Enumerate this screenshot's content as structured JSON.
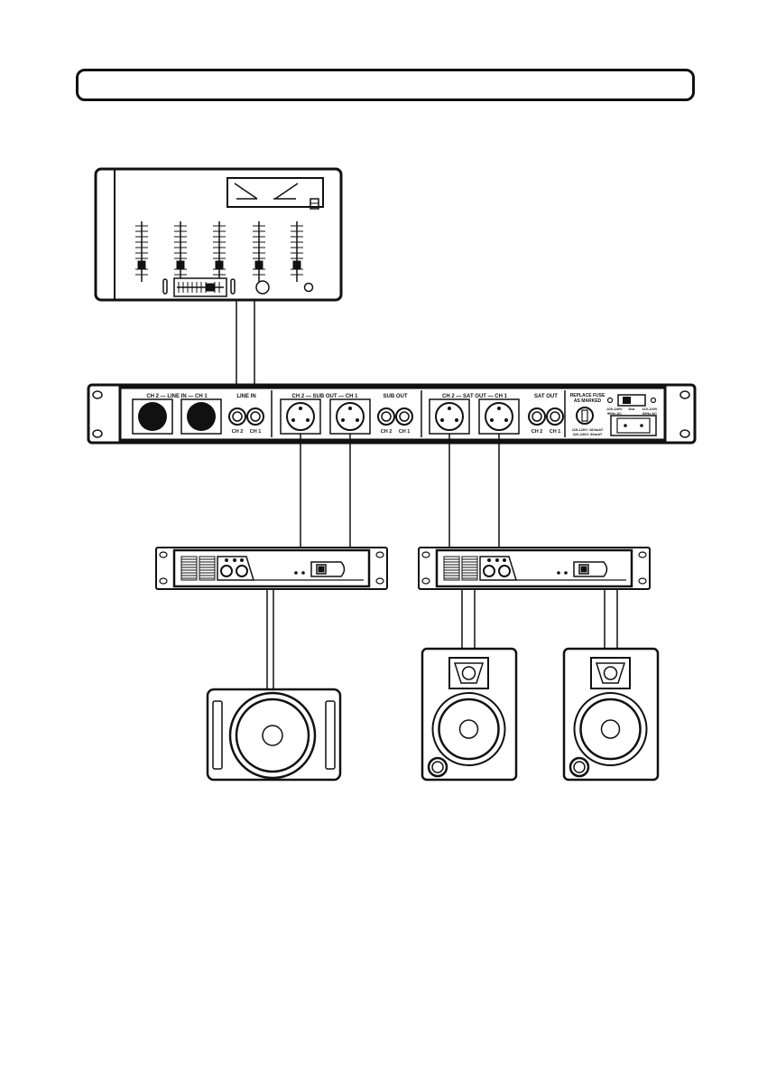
{
  "title_box": {
    "text": ""
  },
  "crossover": {
    "line_in_pair_label": "CH 2  — LINE IN —  CH 1",
    "line_in_label": "LINE IN",
    "sub_out_pair_label": "CH 2  — SUB OUT —  CH 1",
    "sub_out_label": "SUB OUT",
    "sat_out_pair_label": "CH 2  — SAT OUT —  CH 1",
    "sat_out_label": "SAT OUT",
    "ch2": "CH 2",
    "ch1": "CH 1",
    "fuse_title_1": "REPLACE FUSE",
    "fuse_title_2": "AS MARKED",
    "fuse_rating_1": "115-120V: 160mAT",
    "fuse_rating_2": "220-240V: 80mAT",
    "voltage_left_1": "220-240V",
    "voltage_left_2": "50Hz AC",
    "voltage_mid_1": "DIA",
    "voltage_right_1": "110-120V",
    "voltage_right_2": "60Hz AC"
  },
  "icons": {
    "mixer": "mixer-icon",
    "crossover": "crossover-rack-icon",
    "amplifier": "power-amplifier-icon",
    "subwoofer": "subwoofer-icon",
    "speaker": "monitor-speaker-icon"
  }
}
